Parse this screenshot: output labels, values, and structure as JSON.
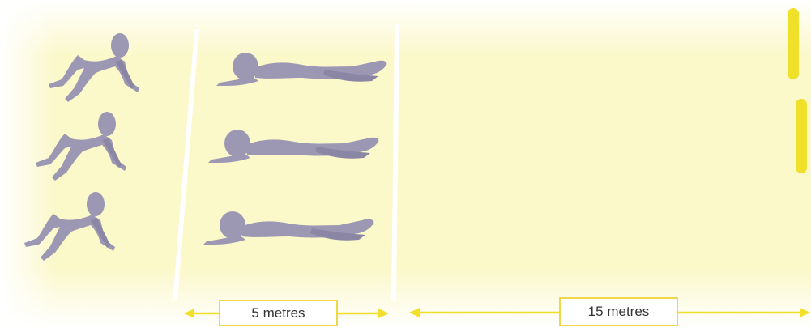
{
  "distances": {
    "first": "5 metres",
    "second": "15 metres"
  },
  "colors": {
    "track": "#fbf8c9",
    "figure": "#9c98b4",
    "marker": "#f0e02a",
    "arrow": "#f1df2c",
    "box_border": "#ecd84a"
  },
  "figures": {
    "start_pose": "crouching",
    "lying_pose": "prone",
    "rows": 3
  }
}
